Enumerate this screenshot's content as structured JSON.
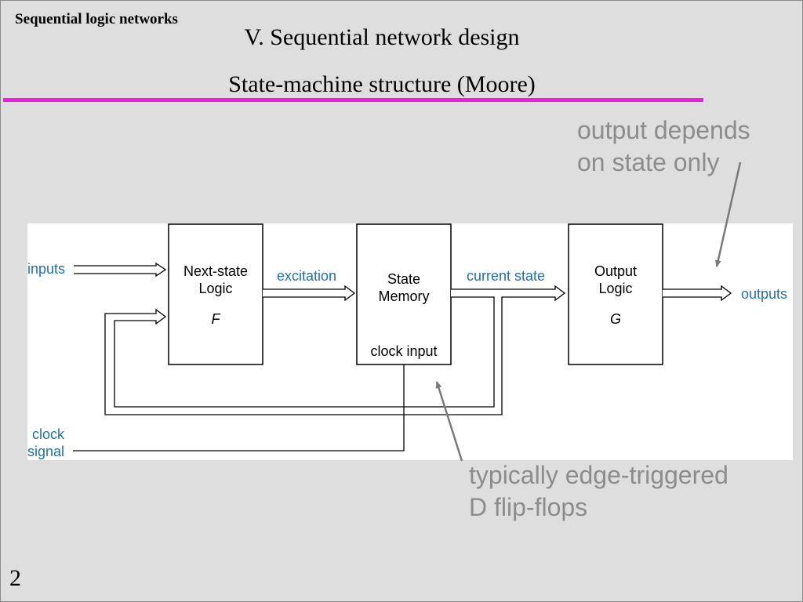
{
  "slide": {
    "header": "Sequential logic networks",
    "title": "V. Sequential network design",
    "subtitle": "State-machine structure (Moore)",
    "page_number": "2",
    "accent_color": "#f01ce6"
  },
  "annotations": {
    "top_note": "output depends\non state only",
    "bottom_note": "typically edge-triggered\nD flip-flops"
  },
  "diagram": {
    "signals": {
      "inputs": "inputs",
      "excitation": "excitation",
      "current_state": "current state",
      "outputs": "outputs",
      "clock_signal_line1": "clock",
      "clock_signal_line2": "signal"
    },
    "blocks": {
      "next_state": {
        "line1": "Next-state",
        "line2": "Logic",
        "symbol": "F"
      },
      "state_memory": {
        "line1": "State",
        "line2": "Memory",
        "clock_label": "clock input"
      },
      "output_logic": {
        "line1": "Output",
        "line2": "Logic",
        "symbol": "G"
      }
    },
    "label_color": "#1f6fb5"
  }
}
